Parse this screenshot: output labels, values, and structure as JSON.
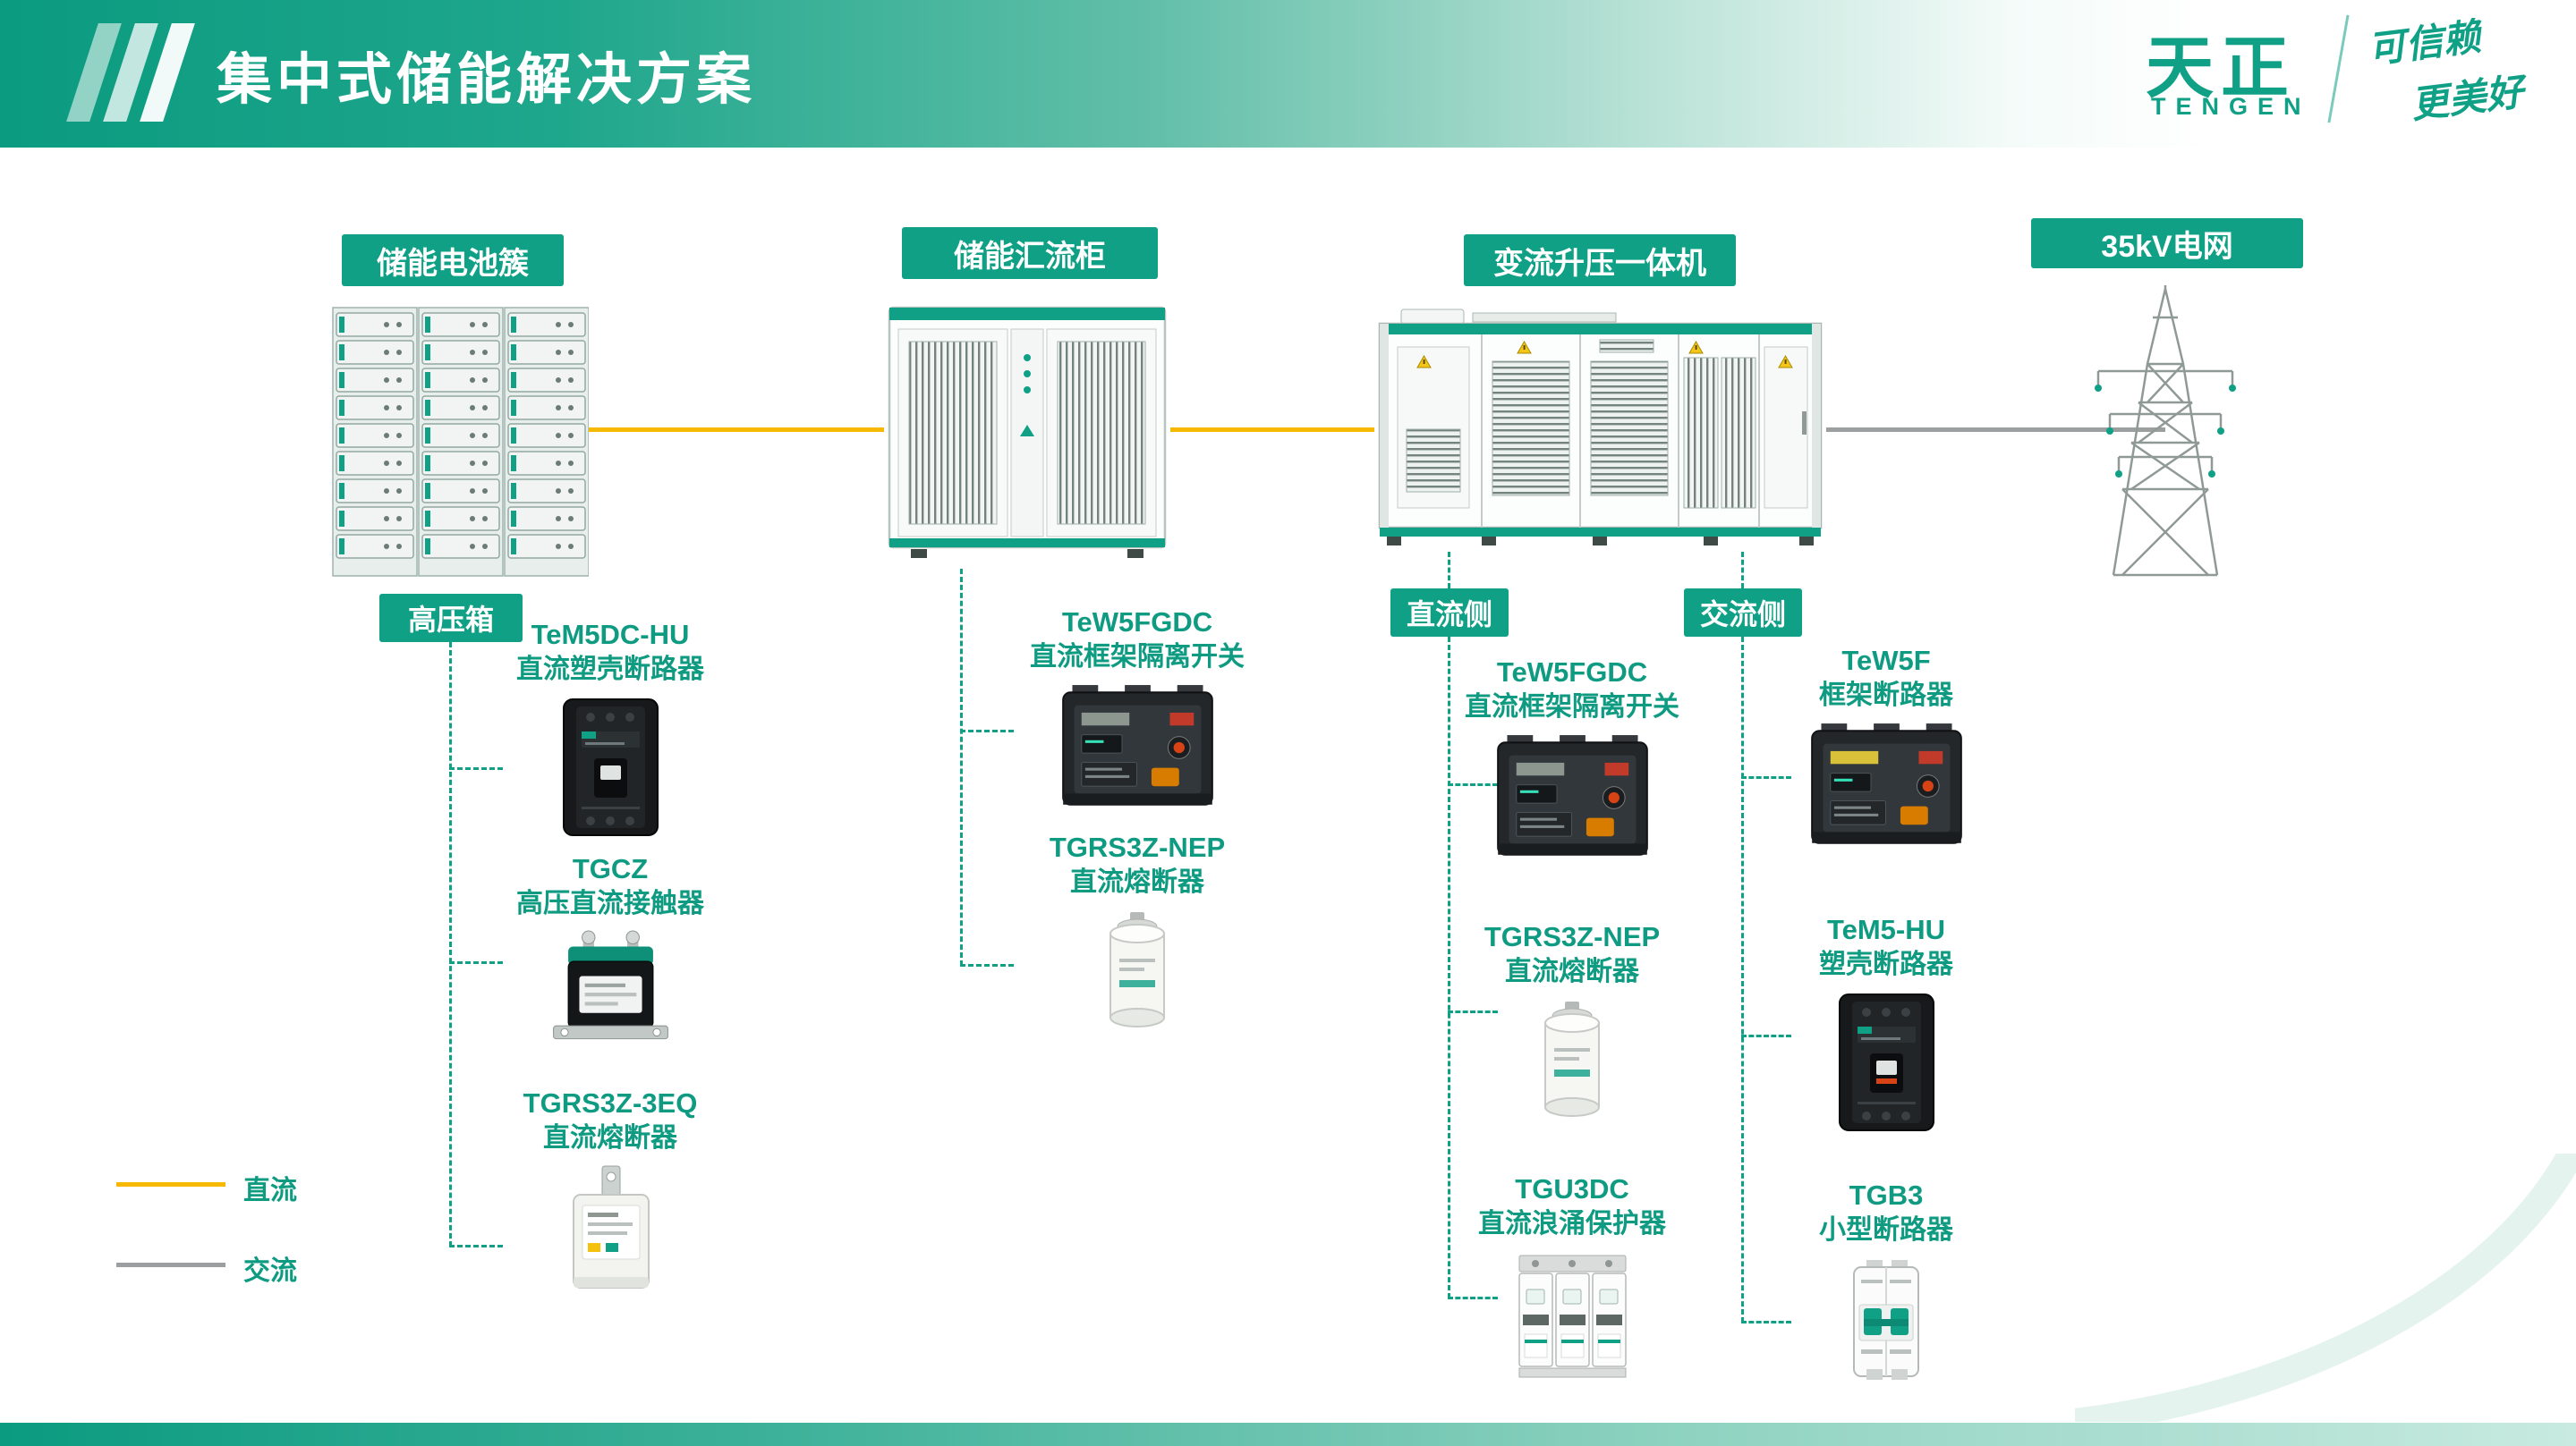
{
  "header": {
    "title": "集中式储能解决方案",
    "brand": {
      "name": "天正",
      "latin": "TENGEN",
      "slogan_1": "可信赖",
      "slogan_2": "更美好"
    }
  },
  "stations": {
    "battery": "储能电池簇",
    "combiner": "储能汇流柜",
    "converter": "变流升压一体机",
    "grid": "35kV电网"
  },
  "tags": {
    "hv_box": "高压箱",
    "dc_side": "直流侧",
    "ac_side": "交流侧"
  },
  "components": {
    "battery": [
      {
        "model": "TeM5DC-HU",
        "name": "直流塑壳断路器"
      },
      {
        "model": "TGCZ",
        "name": "高压直流接触器"
      },
      {
        "model": "TGRS3Z-3EQ",
        "name": "直流熔断器"
      }
    ],
    "combiner": [
      {
        "model": "TeW5FGDC",
        "name": "直流框架隔离开关"
      },
      {
        "model": "TGRS3Z-NEP",
        "name": "直流熔断器"
      }
    ],
    "converter_dc": [
      {
        "model": "TeW5FGDC",
        "name": "直流框架隔离开关"
      },
      {
        "model": "TGRS3Z-NEP",
        "name": "直流熔断器"
      },
      {
        "model": "TGU3DC",
        "name": "直流浪涌保护器"
      }
    ],
    "converter_ac": [
      {
        "model": "TeW5F",
        "name": "框架断路器"
      },
      {
        "model": "TeM5-HU",
        "name": "塑壳断路器"
      },
      {
        "model": "TGB3",
        "name": "小型断路器"
      }
    ]
  },
  "legend": {
    "dc": {
      "label": "直流",
      "color": "#F6B800"
    },
    "ac": {
      "label": "交流",
      "color": "#9B9FA0"
    }
  },
  "colors": {
    "teal": "#0FA086",
    "dc_line": "#F6B800",
    "ac_line": "#9B9FA0"
  }
}
